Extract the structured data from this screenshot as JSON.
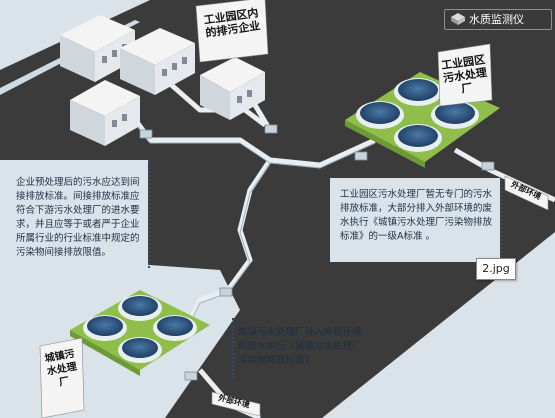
{
  "brand": {
    "title": "水质监测仪"
  },
  "labels": {
    "enterprises": "工业园区内的排污企业",
    "industrial_plant": "工业园区污水处理厂",
    "town_plant": "城镇污水处理厂",
    "outside_env_1": "外部环境",
    "outside_env_2": "外部环境"
  },
  "notes": {
    "enterprise_note": "企业预处理后的污水应达到间接排放标准。间接排放标准应符合下游污水处理厂的进水要求，并且应等于或者严于企业所属行业的行业标准中规定的污染物间接排放限值。",
    "industrial_plant_note": "工业园区污水处理厂暂无专门的污水排放标准，大部分排入外部环境的废水执行《城镇污水处理厂污染物排放标准》的一级A标准 。",
    "town_plant_note": "城镇污水处理厂排入外部环境的废水执行《城镇污水处理厂污染物排放标准》"
  },
  "file_tag": "2.jpg",
  "colors": {
    "ground": "#3b3b3b",
    "background": "#d9e3e9",
    "pipe": "#e9eef2",
    "lawn": "#8fbf4a",
    "tank": "#2f5680"
  },
  "icons": [
    "monitor-icon"
  ]
}
